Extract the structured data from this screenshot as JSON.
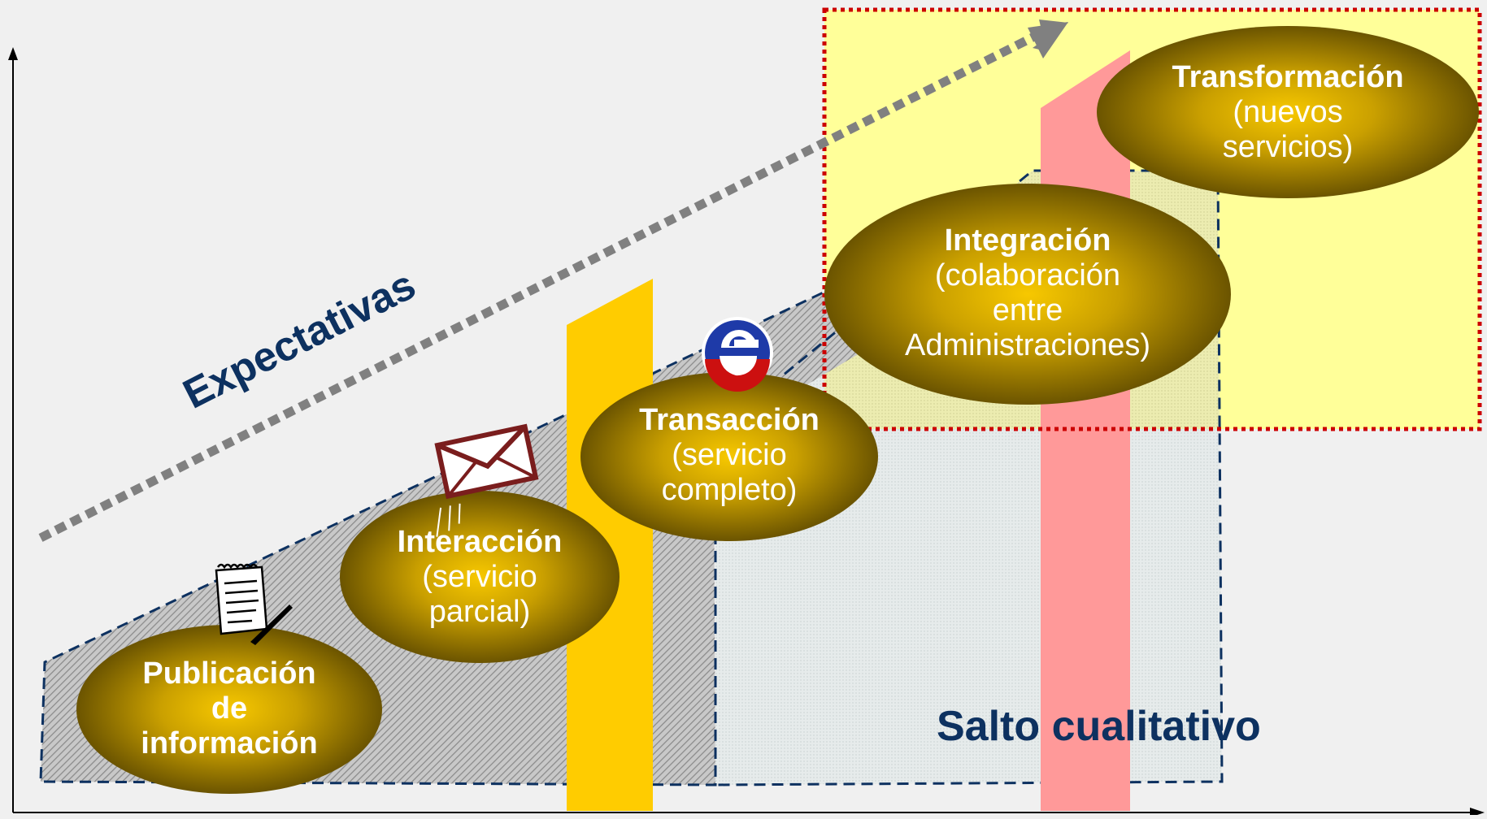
{
  "colors": {
    "background": "#f0f0f0",
    "navy": "#0d3160",
    "gold_center": "#f5c200",
    "gold_edge": "#6b5400",
    "yellow_zone": "#ffff99",
    "red_dotted": "#cc0000",
    "yellow_bar": "#ffcc00",
    "pink_bar": "#ff9999",
    "hatch_gray": "#9a9a9a",
    "arrow_gray": "#808080"
  },
  "stages": [
    {
      "title": "Publicación de información",
      "title_lines": [
        "Publicación",
        "de",
        "información"
      ],
      "subtitle": "",
      "icon": "notepad-icon"
    },
    {
      "title": "Interacción",
      "title_lines": [
        "Interacción"
      ],
      "subtitle": "(servicio\nparcial)",
      "icon": "envelope-icon"
    },
    {
      "title": "Transacción",
      "title_lines": [
        "Transacción"
      ],
      "subtitle": "(servicio\ncompleto)",
      "icon": "e-logo-icon"
    },
    {
      "title": "Integración",
      "title_lines": [
        "Integración"
      ],
      "subtitle": "(colaboración\nentre\nAdministraciones)",
      "icon": ""
    },
    {
      "title": "Transformación",
      "title_lines": [
        "Transformación"
      ],
      "subtitle": "(nuevos\nservicios)",
      "icon": ""
    }
  ],
  "labels": {
    "expectativas": "Expectativas",
    "salto": "Salto cualitativo"
  }
}
